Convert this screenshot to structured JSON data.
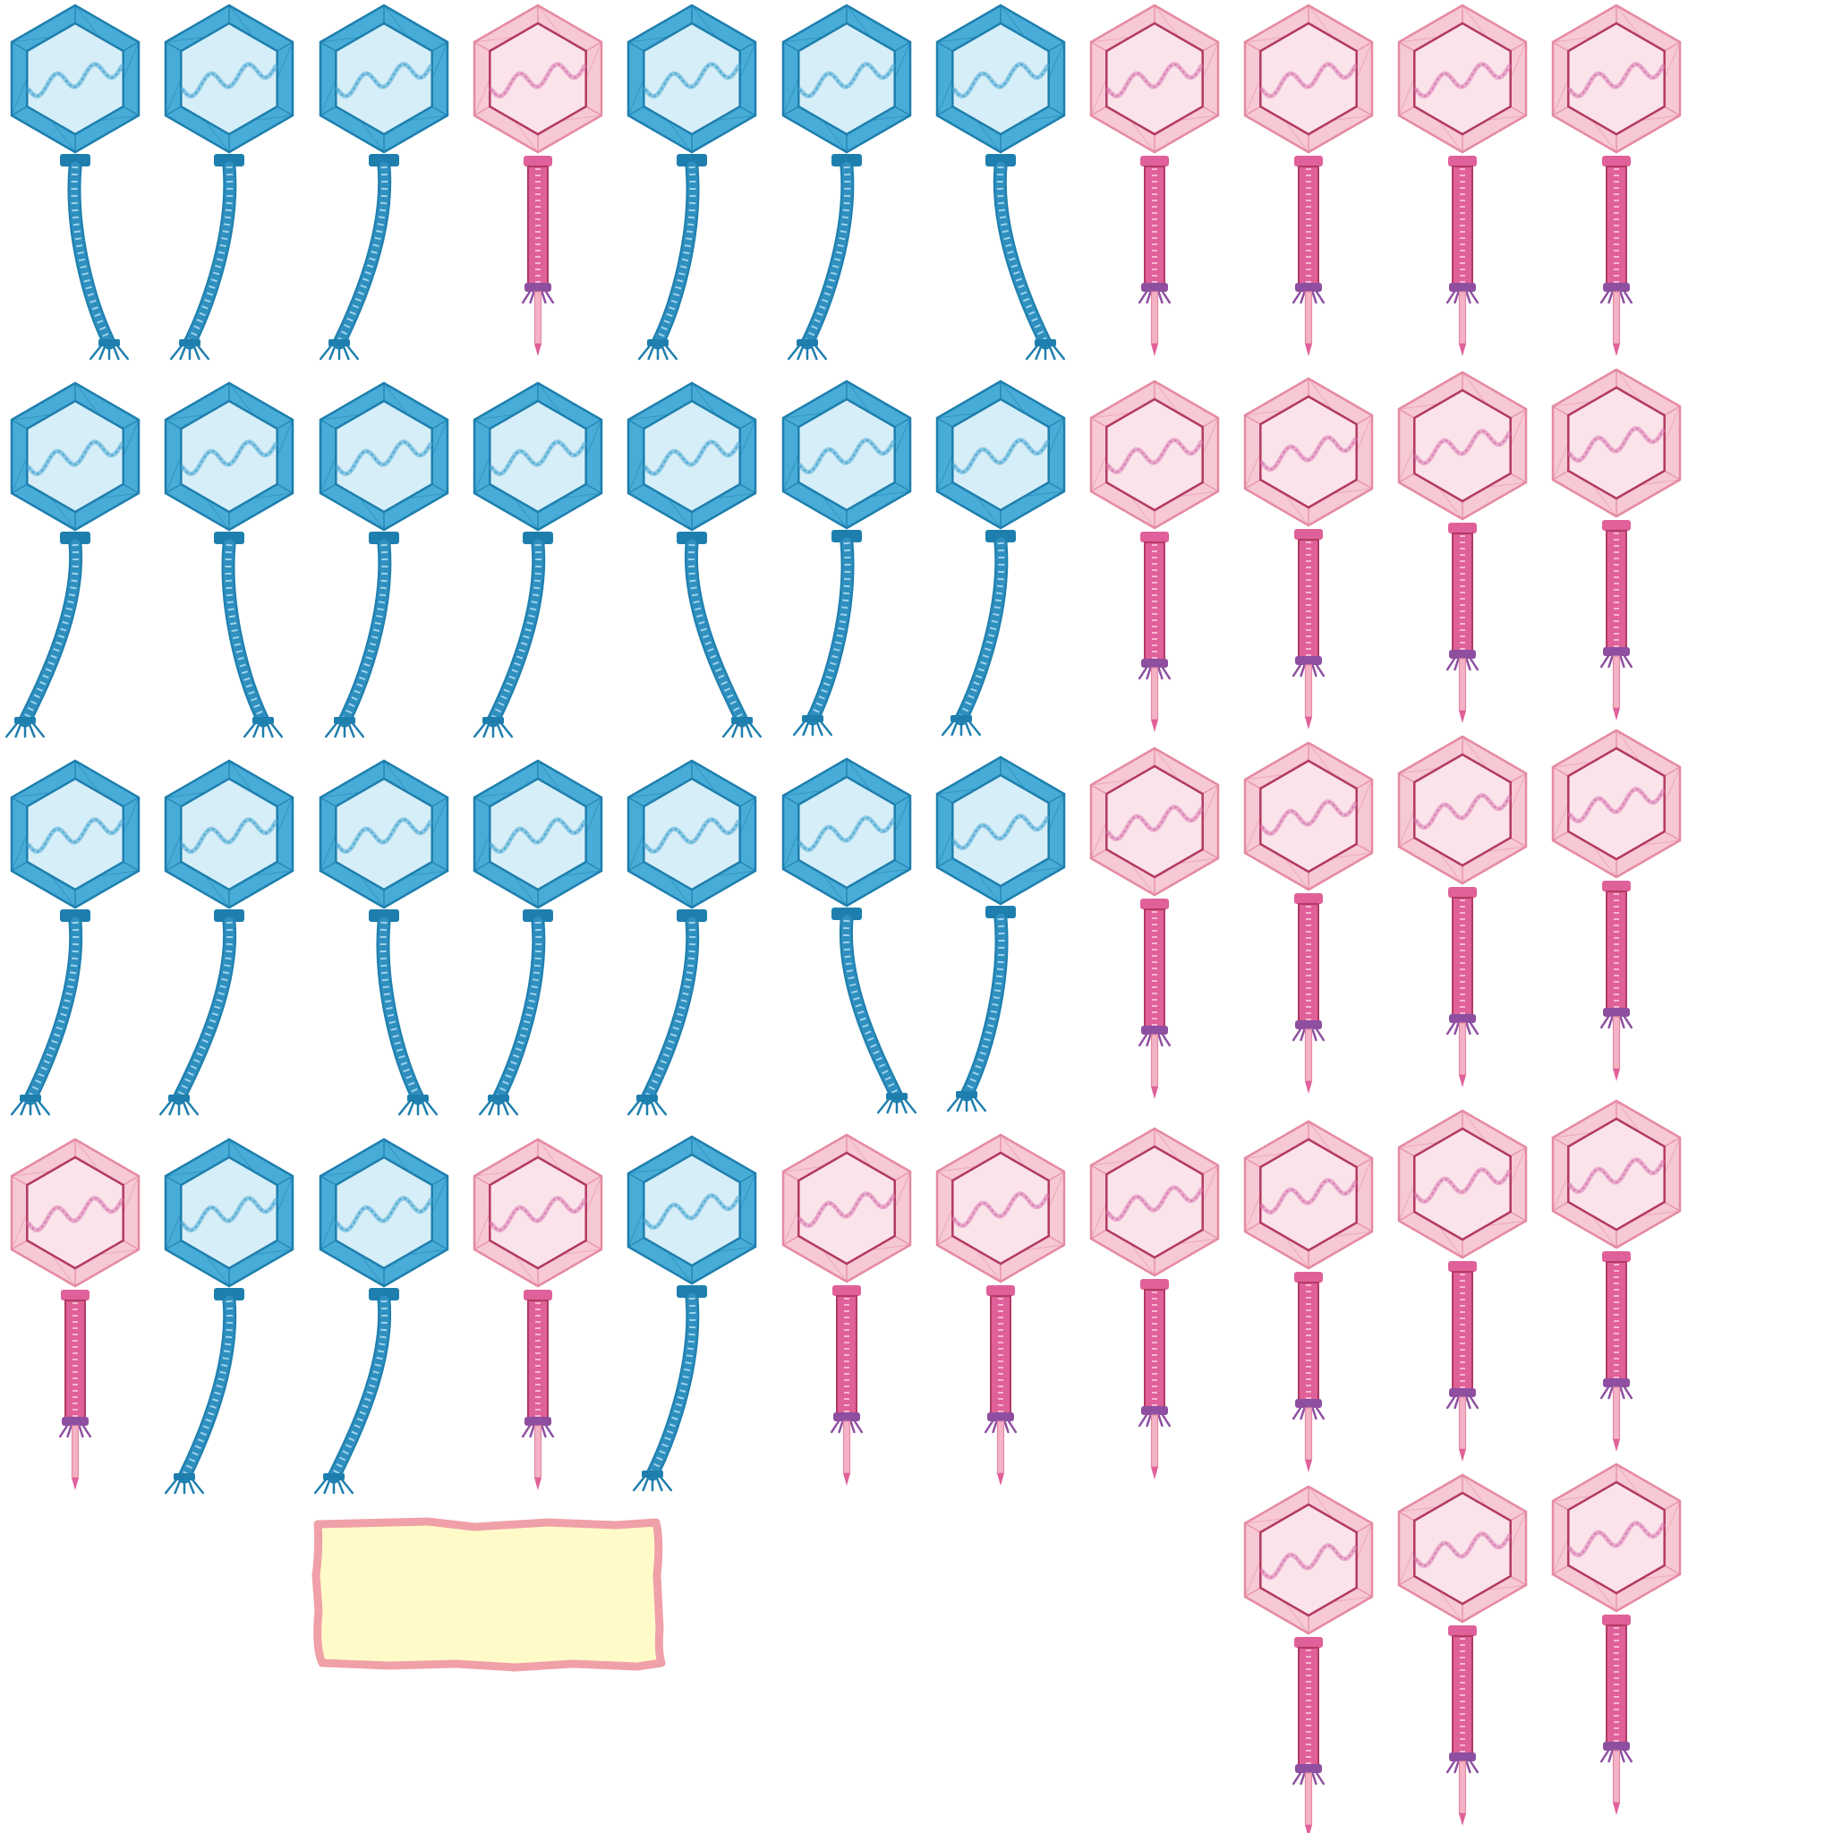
{
  "colors": {
    "blue_capsid": "#48acd8",
    "blue_capsid_stroke": "#1e7fae",
    "blue_inner": "#d6eef7",
    "blue_tail": "#2f8fbf",
    "pink_capsid": "#f6c9d4",
    "pink_capsid_stroke": "#e58aa2",
    "pink_inner": "#fbe3ea",
    "pink_inner_stroke": "#b23a63",
    "pink_tail": "#e0609a",
    "baseplate_purple": "#8e4fa0",
    "label_fill": "#fffbc8",
    "label_border": "#f0a0a8"
  },
  "legend": {
    "text": ""
  },
  "rows": [
    [
      "blue",
      "blue",
      "blue",
      "pink",
      "blue",
      "blue",
      "blue",
      "pink",
      "pink",
      "pink",
      "pink"
    ],
    [
      "blue",
      "blue",
      "blue",
      "blue",
      "blue",
      "blue",
      "blue",
      "pink",
      "pink",
      "pink",
      "pink"
    ],
    [
      "blue",
      "blue",
      "blue",
      "blue",
      "blue",
      "blue",
      "blue",
      "pink",
      "pink",
      "pink",
      "pink"
    ],
    [
      "pink",
      "blue",
      "blue",
      "pink",
      "blue",
      "pink",
      "pink",
      "pink",
      "pink",
      "pink",
      "pink"
    ],
    [
      "",
      "",
      "",
      "",
      "",
      "",
      "",
      "",
      "pink",
      "pink",
      "pink"
    ]
  ]
}
